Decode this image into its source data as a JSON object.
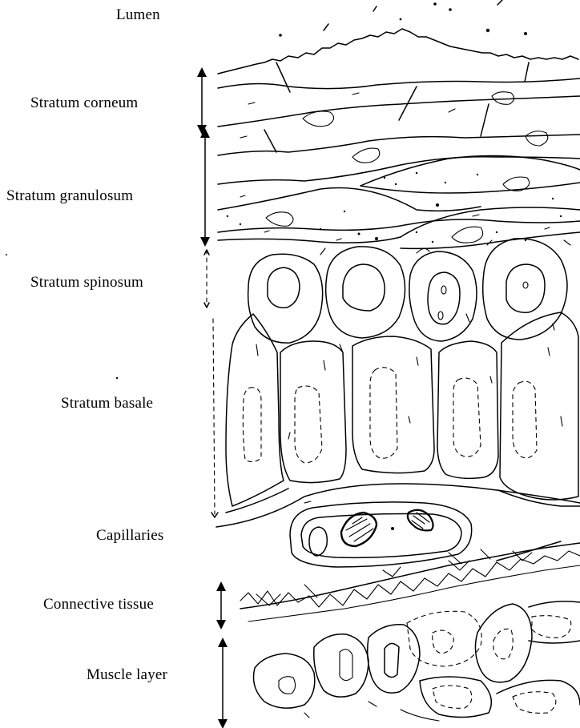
{
  "figure": {
    "labels": {
      "lumen": "Lumen",
      "stratum_corneum": "Stratum corneum",
      "stratum_granulosum": "Stratum granulosum",
      "stratum_spinosum": "Stratum spinosum",
      "stratum_basale": "Stratum basale",
      "capillaries": "Capillaries",
      "connective_tissue": "Connective tissue",
      "muscle_layer": "Muscle layer"
    },
    "colors": {
      "ink": "#000000",
      "paper": "#ffffff"
    }
  }
}
